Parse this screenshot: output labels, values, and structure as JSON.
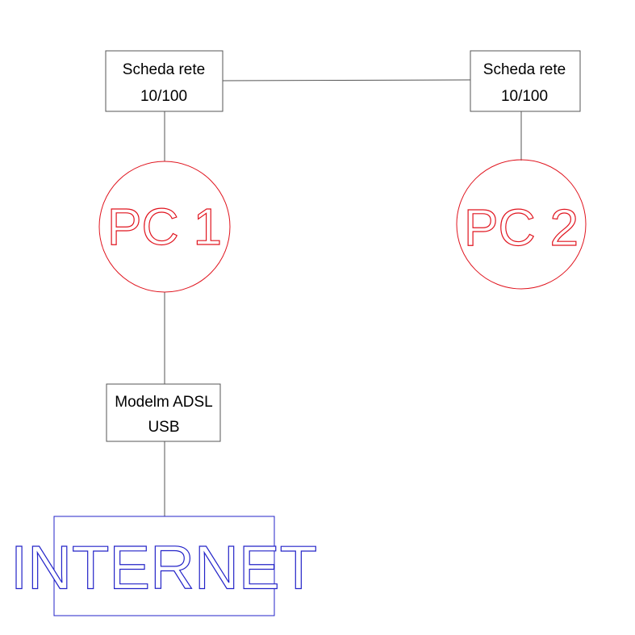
{
  "diagram": {
    "nic1": {
      "line1": "Scheda rete",
      "line2": "10/100"
    },
    "nic2": {
      "line1": "Scheda rete",
      "line2": "10/100"
    },
    "pc1": {
      "label": "PC 1"
    },
    "pc2": {
      "label": "PC 2"
    },
    "modem": {
      "line1": "Modelm ADSL",
      "line2": "USB"
    },
    "internet": {
      "label": "INTERNET"
    }
  },
  "colors": {
    "box_border": "#555555",
    "connector": "#555555",
    "pc": "#e0141e",
    "internet": "#2323c8"
  }
}
